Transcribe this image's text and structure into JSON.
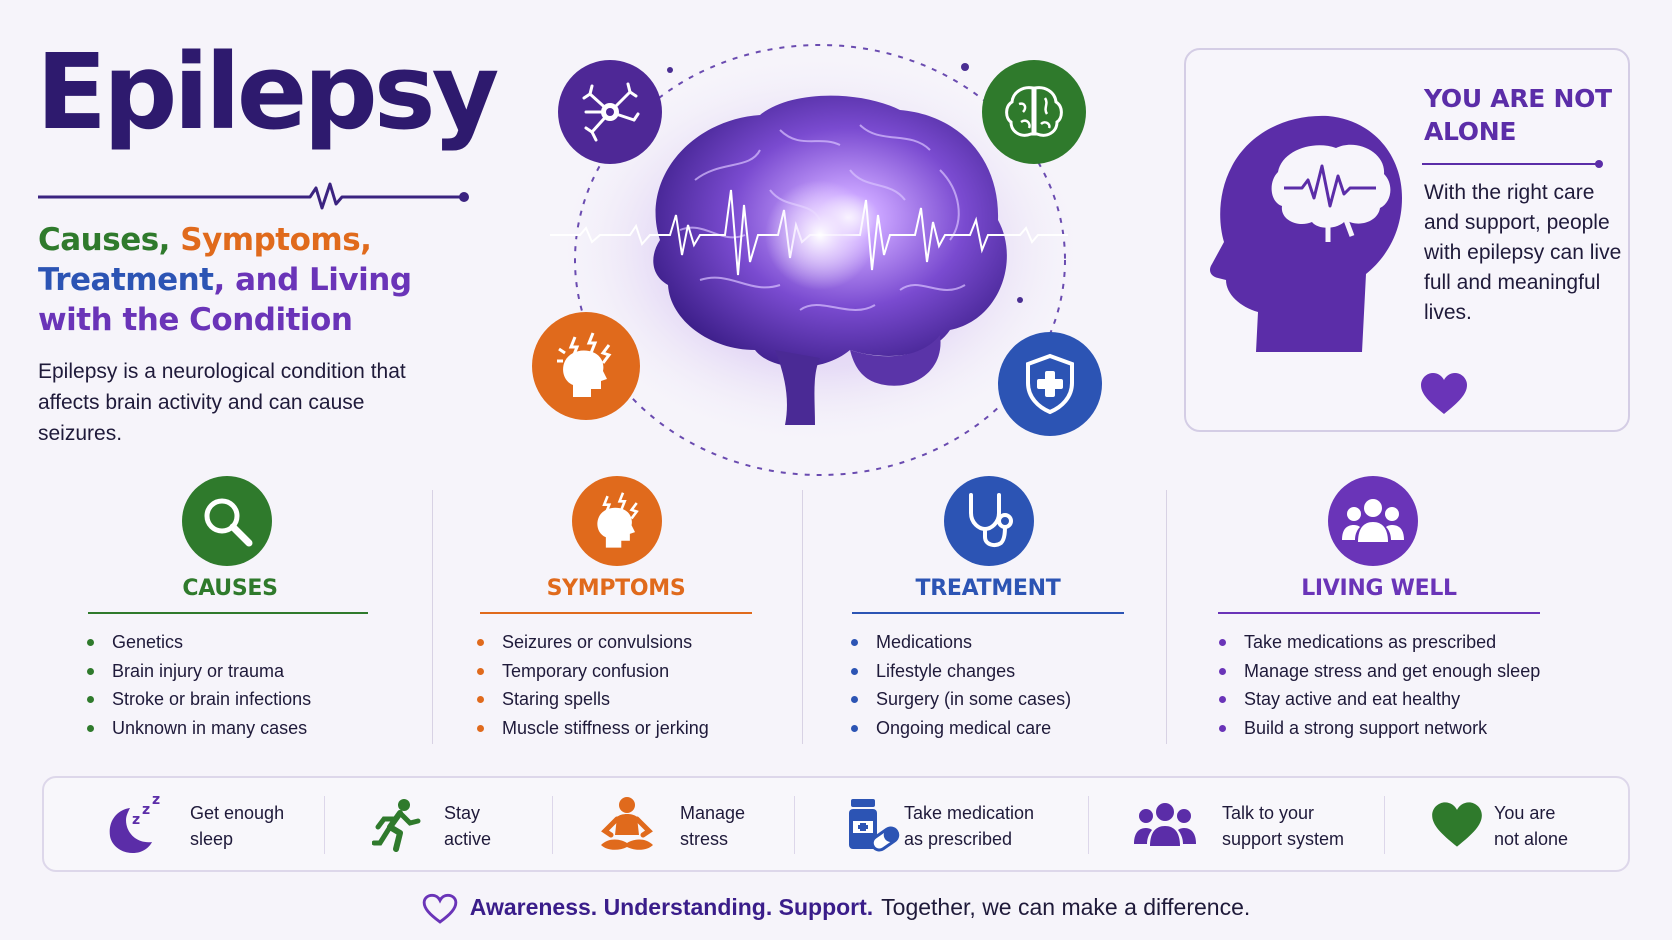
{
  "header": {
    "title": "Epilepsy",
    "subtitle_parts": [
      "Causes, ",
      "Symptoms,",
      "Treatment",
      ", and Living",
      "with the Condition"
    ],
    "intro": "Epilepsy is a neurological condition that affects brain activity and can cause seizures."
  },
  "hero": {
    "icons": [
      "neuron-icon",
      "brain-icon",
      "head-lightning-icon",
      "shield-plus-icon"
    ]
  },
  "card": {
    "heading": "YOU ARE NOT ALONE",
    "text": "With the right care and support, people with epilepsy can live full and meaningful lives."
  },
  "columns": [
    {
      "title": "CAUSES",
      "icon": "magnifier-icon",
      "color": "#2f7a2c",
      "items": [
        "Genetics",
        "Brain injury or trauma",
        "Stroke or brain infections",
        "Unknown in many cases"
      ]
    },
    {
      "title": "SYMPTOMS",
      "icon": "head-lightning-icon",
      "color": "#e06a1c",
      "items": [
        "Seizures or convulsions",
        "Temporary confusion",
        "Staring spells",
        "Muscle stiffness or jerking"
      ]
    },
    {
      "title": "TREATMENT",
      "icon": "stethoscope-icon",
      "color": "#2c54b4",
      "items": [
        "Medications",
        "Lifestyle changes",
        "Surgery (in some cases)",
        "Ongoing medical care"
      ]
    },
    {
      "title": "LIVING WELL",
      "icon": "people-group-icon",
      "color": "#6a34b8",
      "items": [
        "Take medications as prescribed",
        "Manage stress and get enough sleep",
        "Stay active and eat healthy",
        "Build a strong support network"
      ]
    }
  ],
  "tips": [
    {
      "line1": "Get enough",
      "line2": "sleep",
      "icon": "moon-sleep-icon"
    },
    {
      "line1": "Stay",
      "line2": "active",
      "icon": "running-person-icon"
    },
    {
      "line1": "Manage",
      "line2": "stress",
      "icon": "meditation-icon"
    },
    {
      "line1": "Take medication",
      "line2": "as prescribed",
      "icon": "medication-icon"
    },
    {
      "line1": "Talk to your",
      "line2": "support system",
      "icon": "support-group-icon"
    },
    {
      "line1": "You are",
      "line2": "not alone",
      "icon": "heart-icon"
    }
  ],
  "footer": {
    "strong": "Awareness. Understanding. Support.",
    "rest": "Together, we can make a difference."
  },
  "colors": {
    "title": "#2e1a6e",
    "green": "#2f7a2c",
    "orange": "#e06a1c",
    "blue": "#2c54b4",
    "purple": "#6a34b8",
    "dark_purple": "#4a2590"
  }
}
